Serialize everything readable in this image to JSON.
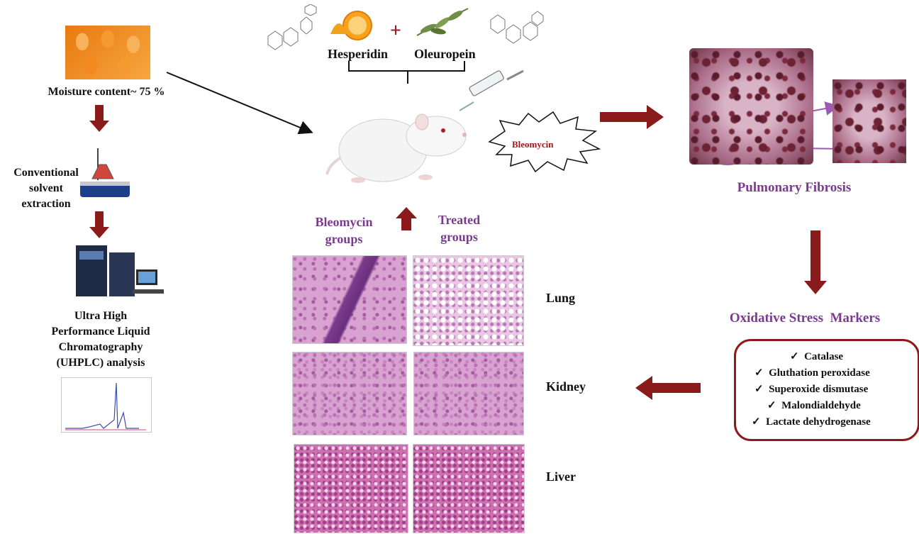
{
  "left_column": {
    "moisture": "Moisture content~ 75 %",
    "extraction": [
      "Conventional",
      "solvent",
      "extraction"
    ],
    "uhplc": [
      "Ultra High",
      "Performance Liquid",
      "Chromatography",
      "(UHPLC)  analysis"
    ]
  },
  "top_center": {
    "compound1": "Hesperidin",
    "plus": "+",
    "compound2": "Oleuropein"
  },
  "agent": {
    "label": "Bleomycin"
  },
  "right_top": {
    "label": "Pulmonary Fibrosis"
  },
  "groups": {
    "left": [
      "Bleomycin",
      "groups"
    ],
    "right": [
      "Treated",
      "groups"
    ]
  },
  "organs": [
    "Lung",
    "Kidney",
    "Liver"
  ],
  "markers": {
    "title": "Oxidative Stress  Markers",
    "check": "✓",
    "items": [
      "Catalase",
      "Gluthation peroxidase",
      "Superoxide dismutase",
      "Malondialdehyde",
      "Lactate dehydrogenase"
    ]
  },
  "colors": {
    "arrow": "#8b1a1a",
    "title_purple": "#7a3b8f"
  }
}
